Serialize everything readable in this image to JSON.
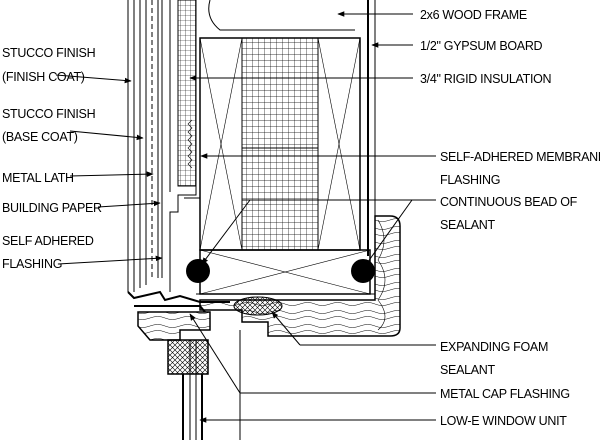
{
  "labels_left": [
    {
      "text": "STUCCO FINISH"
    },
    {
      "text": "(FINISH COAT)"
    },
    {
      "text": "STUCCO FINISH"
    },
    {
      "text": "(BASE COAT)"
    },
    {
      "text": "METAL LATH"
    },
    {
      "text": "BUILDING PAPER"
    },
    {
      "text": "SELF ADHERED"
    },
    {
      "text": "FLASHING"
    }
  ],
  "labels_right": [
    {
      "text": "2x6 WOOD FRAME"
    },
    {
      "text": "1/2\" GYPSUM BOARD"
    },
    {
      "text": "3/4\" RIGID INSULATION"
    },
    {
      "text": "SELF-ADHERED MEMBRANE"
    },
    {
      "text": "FLASHING"
    },
    {
      "text": "CONTINUOUS BEAD OF"
    },
    {
      "text": "SEALANT"
    },
    {
      "text": "EXPANDING FOAM"
    },
    {
      "text": "SEALANT"
    },
    {
      "text": "METAL CAP FLASHING"
    },
    {
      "text": "LOW-E WINDOW UNIT"
    }
  ]
}
